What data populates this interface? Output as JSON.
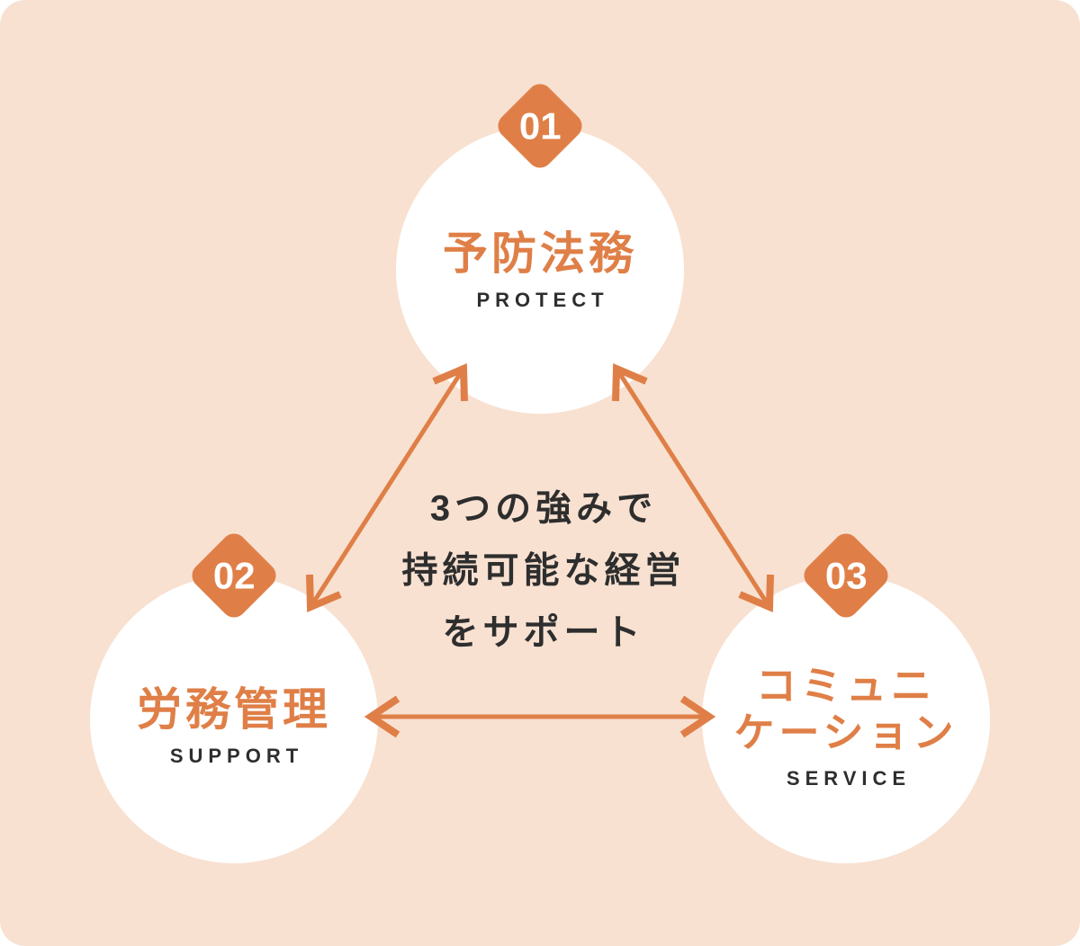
{
  "colors": {
    "background": "#F8E1D1",
    "accent": "#DF7F47",
    "dark": "#2E2E2E",
    "circle_fill": "#FFFFFF",
    "badge_text": "#FFFFFF"
  },
  "center_caption": {
    "lines": [
      "3つの強みで",
      "持続可能な経営",
      "をサポート"
    ]
  },
  "nodes": [
    {
      "number": "01",
      "title": "予防法務",
      "title_lines": [
        "予防法務"
      ],
      "subtitle": "PROTECT"
    },
    {
      "number": "02",
      "title": "労務管理",
      "title_lines": [
        "労務管理"
      ],
      "subtitle": "SUPPORT"
    },
    {
      "number": "03",
      "title": "コミュニケーション",
      "title_lines": [
        "コミュニ",
        "ケーション"
      ],
      "subtitle": "SERVICE"
    }
  ],
  "arrows": [
    {
      "name": "protect-support",
      "type": "double-headed"
    },
    {
      "name": "protect-service",
      "type": "double-headed"
    },
    {
      "name": "support-service",
      "type": "double-headed"
    }
  ]
}
